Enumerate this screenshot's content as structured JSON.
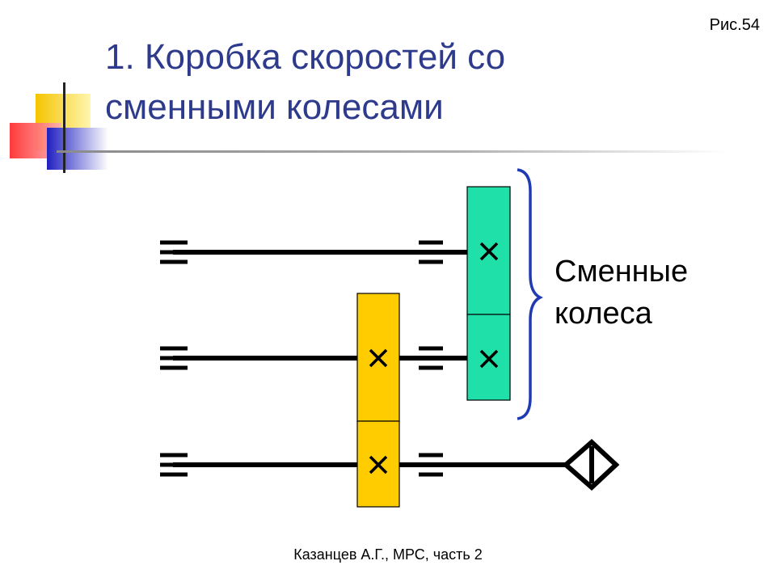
{
  "header": {
    "figure_number": "Рис.54",
    "title_line1": "1. Коробка скоростей со",
    "title_line2": "сменными колесами"
  },
  "diagram": {
    "bracket_label_line1": "Сменные",
    "bracket_label_line2": "колеса",
    "colors": {
      "change_gears": "#1fe0a8",
      "fixed_gears": "#ffcc00",
      "shaft": "#000000",
      "bracket": "#1f3bb3"
    }
  },
  "footer": {
    "author": "Казанцев А.Г., МРС, часть 2"
  }
}
